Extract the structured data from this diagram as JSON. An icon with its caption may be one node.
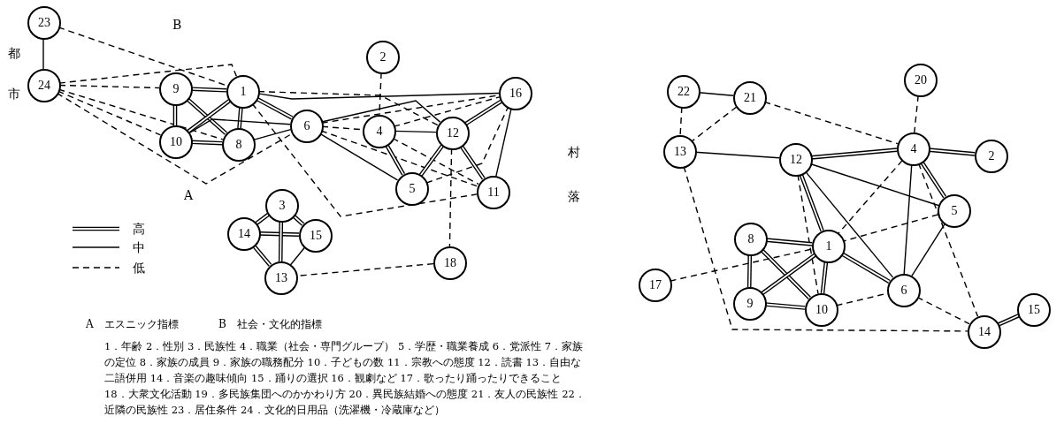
{
  "diagram": {
    "caption": "1．年齢 2．性別 3．民族性 4．職業（社会・専門グループ） 5．学歴・職業養成 6．党派性 7．家族の定位 8．家族の成員 9．家族の職務配分 10．子どもの数 11．宗教への態度 12．読書 13．自由な二語併用 14．音楽の趣味傾向 15．踊りの選択 16．観劇など 17．歌ったり踊ったりできること 18．大衆文化活動 19．多民族集団へのかかわり方 20．異民族結婚への態度 21．友人の民族性 22．近隣の民族性 23．居住条件 24．文化的日用品（洗濯機・冷蔵庫など）",
    "nodes": [
      {
        "text": [
          "23"
        ]
      },
      {
        "text": [
          "24"
        ]
      },
      {
        "text": [
          "9"
        ]
      },
      {
        "text": [
          "1"
        ]
      },
      {
        "text": [
          "10"
        ]
      },
      {
        "text": [
          "8"
        ]
      },
      {
        "text": [
          "6"
        ]
      },
      {
        "text": [
          "2"
        ]
      },
      {
        "text": [
          "4"
        ]
      },
      {
        "text": [
          "12"
        ]
      },
      {
        "text": [
          "16"
        ]
      },
      {
        "text": [
          "5"
        ]
      },
      {
        "text": [
          "11"
        ]
      },
      {
        "text": [
          "3"
        ]
      },
      {
        "text": [
          "14"
        ]
      },
      {
        "text": [
          "15"
        ]
      },
      {
        "text": [
          "13"
        ]
      },
      {
        "text": [
          "18"
        ]
      },
      {
        "text": [
          "20"
        ]
      },
      {
        "text": [
          "22"
        ]
      },
      {
        "text": [
          "21"
        ]
      },
      {
        "text": [
          "13"
        ]
      },
      {
        "text": [
          "12"
        ]
      },
      {
        "text": [
          "4"
        ]
      },
      {
        "text": [
          "2"
        ]
      },
      {
        "text": [
          "5"
        ]
      },
      {
        "text": [
          "8"
        ]
      },
      {
        "text": [
          "1"
        ]
      },
      {
        "text": [
          "17"
        ]
      },
      {
        "text": [
          "9"
        ]
      },
      {
        "text": [
          "10"
        ]
      },
      {
        "text": [
          "6"
        ]
      },
      {
        "text": [
          "14"
        ]
      },
      {
        "text": [
          "15"
        ]
      }
    ],
    "edges": [
      {
        "from": 0,
        "to": 1,
        "arrow": "none"
      },
      {
        "from": 0,
        "to": 3,
        "arrow": "none",
        "style": "dashed"
      },
      {
        "from": 1,
        "to": 2,
        "arrow": "none",
        "style": "dashed"
      },
      {
        "from": 1,
        "to": 3,
        "arrow": "none",
        "style": "dashed"
      },
      {
        "from": 1,
        "to": 5,
        "arrow": "none",
        "style": "dashed"
      },
      {
        "from": 1,
        "to": 4,
        "arrow": "none",
        "style": "dashed"
      },
      {
        "from": 1,
        "to": 6,
        "arrow": "none",
        "style": "dashed"
      },
      {
        "from": 2,
        "to": 3,
        "arrow": "none",
        "style": "thick"
      },
      {
        "from": 2,
        "to": 4,
        "arrow": "none",
        "style": "thick"
      },
      {
        "from": 2,
        "to": 5,
        "arrow": "none",
        "style": "thick"
      },
      {
        "from": 3,
        "to": 4,
        "arrow": "none",
        "style": "thick"
      },
      {
        "from": 3,
        "to": 5,
        "arrow": "none",
        "style": "thick"
      },
      {
        "from": 4,
        "to": 5,
        "arrow": "none",
        "style": "thick"
      },
      {
        "from": 3,
        "to": 6,
        "arrow": "none",
        "style": "thick"
      },
      {
        "from": 4,
        "to": 6,
        "arrow": "none"
      },
      {
        "from": 5,
        "to": 6,
        "arrow": "none"
      },
      {
        "from": 3,
        "to": 10,
        "arrow": "none"
      },
      {
        "from": 3,
        "to": 9,
        "arrow": "none",
        "style": "dashed"
      },
      {
        "from": 3,
        "to": 12,
        "arrow": "none",
        "style": "dashed"
      },
      {
        "from": 6,
        "to": 8,
        "arrow": "none",
        "style": "dashed"
      },
      {
        "from": 6,
        "to": 10,
        "arrow": "none",
        "style": "dashed"
      },
      {
        "from": 6,
        "to": 9,
        "arrow": "none"
      },
      {
        "from": 6,
        "to": 11,
        "arrow": "none"
      },
      {
        "from": 6,
        "to": 12,
        "arrow": "none",
        "style": "dashed"
      },
      {
        "from": 7,
        "to": 8,
        "arrow": "none",
        "style": "dashed"
      },
      {
        "from": 8,
        "to": 9,
        "arrow": "none"
      },
      {
        "from": 8,
        "to": 11,
        "arrow": "none",
        "style": "thick"
      },
      {
        "from": 8,
        "to": 10,
        "arrow": "none",
        "style": "dashed"
      },
      {
        "from": 8,
        "to": 12,
        "arrow": "none",
        "style": "dashed"
      },
      {
        "from": 9,
        "to": 11,
        "arrow": "none",
        "style": "thick"
      },
      {
        "from": 9,
        "to": 12,
        "arrow": "none",
        "style": "thick"
      },
      {
        "from": 9,
        "to": 10,
        "arrow": "none",
        "style": "thick"
      },
      {
        "from": 10,
        "to": 12,
        "arrow": "none"
      },
      {
        "from": 11,
        "to": 10,
        "arrow": "none",
        "style": "dashed"
      },
      {
        "from": 9,
        "to": 17,
        "arrow": "none",
        "style": "dashed"
      },
      {
        "from": 17,
        "to": 16,
        "arrow": "none",
        "style": "dashed"
      },
      {
        "from": 13,
        "to": 14,
        "arrow": "none",
        "style": "thick"
      },
      {
        "from": 13,
        "to": 15,
        "arrow": "none",
        "style": "thick"
      },
      {
        "from": 14,
        "to": 15,
        "arrow": "none",
        "style": "thick"
      },
      {
        "from": 13,
        "to": 16,
        "arrow": "none",
        "style": "thick"
      },
      {
        "from": 14,
        "to": 16,
        "arrow": "none",
        "style": "thick"
      },
      {
        "from": 15,
        "to": 16,
        "arrow": "none"
      },
      {
        "from": 19,
        "to": 20,
        "arrow": "none"
      },
      {
        "from": 19,
        "to": 21,
        "arrow": "none",
        "style": "dashed"
      },
      {
        "from": 20,
        "to": 21,
        "arrow": "none",
        "style": "dashed"
      },
      {
        "from": 20,
        "to": 23,
        "arrow": "none",
        "style": "dashed"
      },
      {
        "from": 18,
        "to": 23,
        "arrow": "none",
        "style": "dashed"
      },
      {
        "from": 21,
        "to": 22,
        "arrow": "none"
      },
      {
        "from": 21,
        "to": 32,
        "arrow": "none",
        "style": "dashed"
      },
      {
        "from": 22,
        "to": 23,
        "arrow": "none",
        "style": "thick"
      },
      {
        "from": 23,
        "to": 24,
        "arrow": "none",
        "style": "thick"
      },
      {
        "from": 23,
        "to": 25,
        "arrow": "none",
        "style": "thick"
      },
      {
        "from": 23,
        "to": 27,
        "arrow": "none",
        "style": "dashed"
      },
      {
        "from": 23,
        "to": 31,
        "arrow": "none"
      },
      {
        "from": 23,
        "to": 32,
        "arrow": "none",
        "style": "dashed"
      },
      {
        "from": 22,
        "to": 25,
        "arrow": "none"
      },
      {
        "from": 22,
        "to": 27,
        "arrow": "none",
        "style": "thick"
      },
      {
        "from": 22,
        "to": 31,
        "arrow": "none"
      },
      {
        "from": 22,
        "to": 30,
        "arrow": "none",
        "style": "dashed"
      },
      {
        "from": 25,
        "to": 27,
        "arrow": "none",
        "style": "dashed"
      },
      {
        "from": 25,
        "to": 31,
        "arrow": "none"
      },
      {
        "from": 26,
        "to": 27,
        "arrow": "none",
        "style": "thick"
      },
      {
        "from": 26,
        "to": 29,
        "arrow": "none",
        "style": "thick"
      },
      {
        "from": 26,
        "to": 30,
        "arrow": "none",
        "style": "thick"
      },
      {
        "from": 27,
        "to": 29,
        "arrow": "none",
        "style": "thick"
      },
      {
        "from": 27,
        "to": 30,
        "arrow": "none",
        "style": "thick"
      },
      {
        "from": 27,
        "to": 31,
        "arrow": "none",
        "style": "thick"
      },
      {
        "from": 28,
        "to": 27,
        "arrow": "none",
        "style": "dashed"
      },
      {
        "from": 29,
        "to": 30,
        "arrow": "none",
        "style": "thick"
      },
      {
        "from": 30,
        "to": 31,
        "arrow": "none",
        "style": "dashed"
      },
      {
        "from": 31,
        "to": 32,
        "arrow": "none",
        "style": "dashed"
      },
      {
        "from": 32,
        "to": 33,
        "arrow": "none",
        "style": "thick"
      }
    ],
    "labels": [
      "B",
      "都",
      "市",
      "A",
      "村",
      "落",
      "A",
      "エスニック指標",
      "B",
      "社会・文化的指標"
    ],
    "legend": [
      {
        "text": "高"
      },
      {
        "text": "中"
      },
      {
        "text": "低"
      }
    ]
  }
}
